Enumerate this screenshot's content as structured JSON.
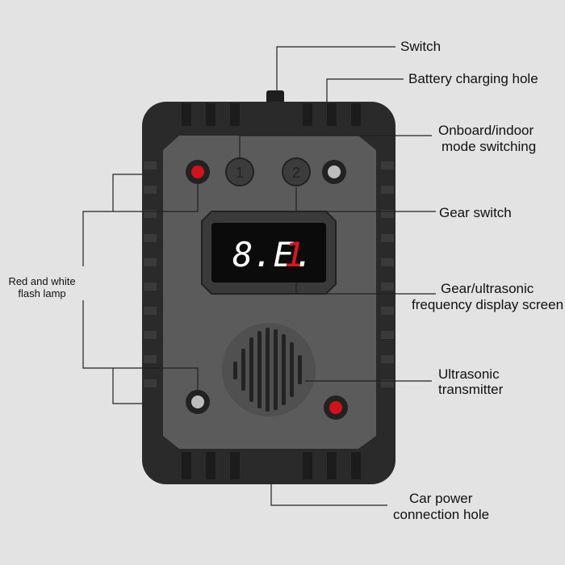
{
  "callouts": {
    "switch": "Switch",
    "battery_charging_hole": "Battery charging hole",
    "mode_switching_line1": "Onboard/indoor",
    "mode_switching_line2": "mode switching",
    "gear_switch": "Gear switch",
    "display_line1": "Gear/ultrasonic",
    "display_line2": "frequency display screen",
    "transmitter_line1": "Ultrasonic",
    "transmitter_line2": "transmitter",
    "car_power_line1": "Car power",
    "car_power_line2": "connection hole",
    "flash_lamp_line1": "Red and white",
    "flash_lamp_line2": "flash lamp"
  },
  "device": {
    "button_1": "1",
    "button_2": "2",
    "display_text": "8.E.",
    "display_digit_red": "1"
  },
  "colors": {
    "body": "#2b2b2b",
    "face": "#5b5b5b",
    "screen": "#0b0b0b",
    "segment": "#ffffff",
    "segment_red": "#e0141c",
    "led_red": "#d1121a",
    "led_white": "#bdbdbd"
  }
}
